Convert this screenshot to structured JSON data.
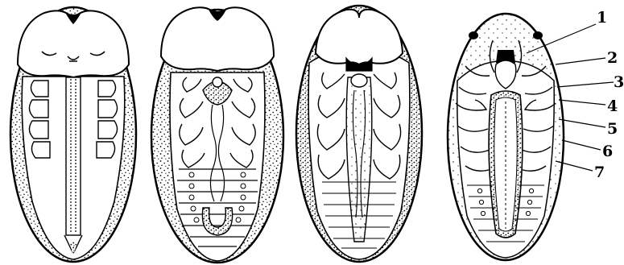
{
  "figure": {
    "panels": [
      "stage-1",
      "stage-2",
      "stage-3",
      "stage-4"
    ],
    "callouts": [
      {
        "label": "1"
      },
      {
        "label": "2"
      },
      {
        "label": "3"
      },
      {
        "label": "4"
      },
      {
        "label": "5"
      },
      {
        "label": "6"
      },
      {
        "label": "7"
      }
    ]
  },
  "colors": {
    "ink": "#000000",
    "paper": "#ffffff"
  }
}
